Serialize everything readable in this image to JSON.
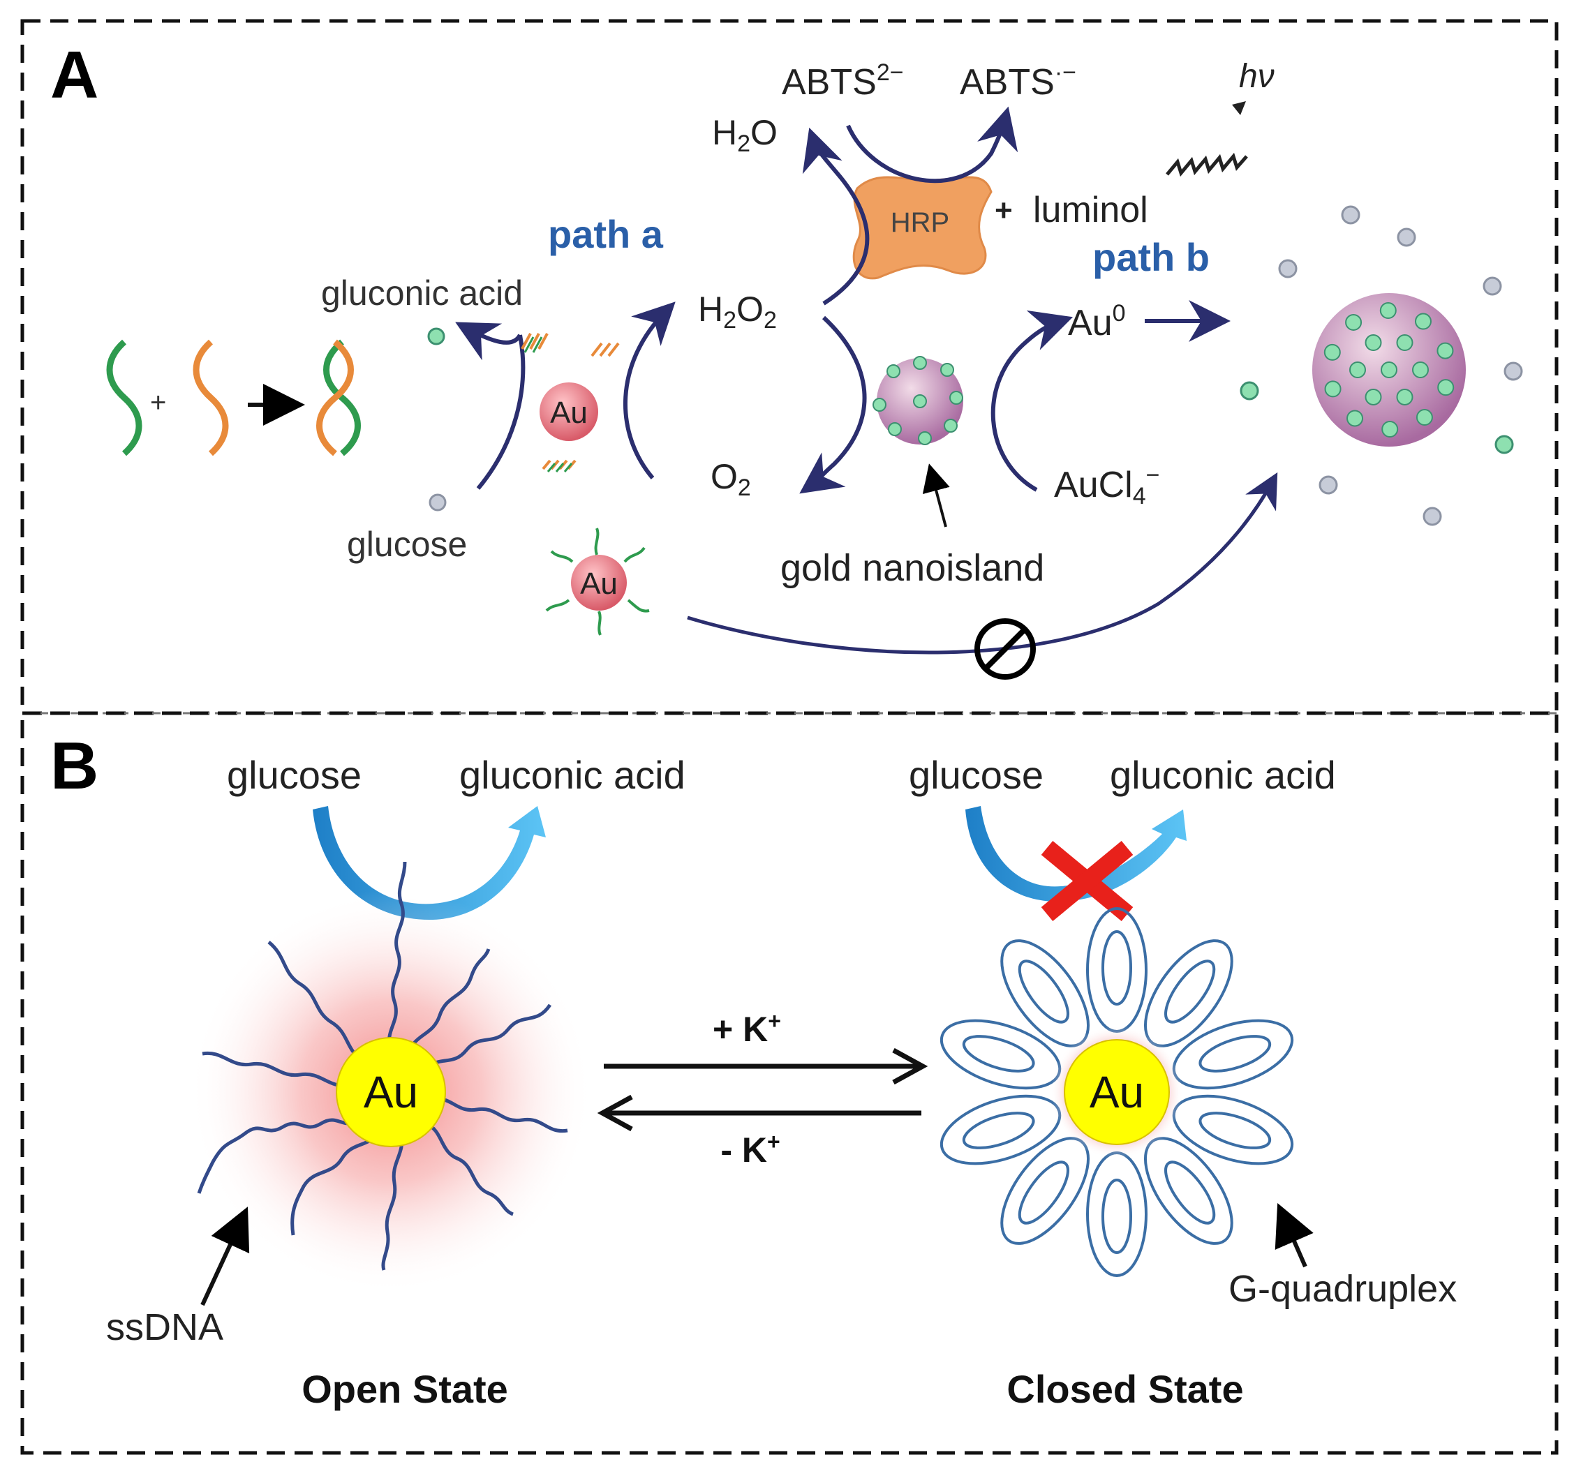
{
  "panel_a": {
    "letter": "A",
    "path_a": "path a",
    "path_b": "path b",
    "gluconic_acid": "gluconic acid",
    "glucose": "glucose",
    "au": "Au",
    "au_blocked": "Au",
    "h2o": {
      "base": "H",
      "sub": "2",
      "tail": "O"
    },
    "h2o2": {
      "base": "H",
      "sub1": "2",
      "mid": "O",
      "sub2": "2"
    },
    "o2": {
      "base": "O",
      "sub": "2"
    },
    "abts1": {
      "base": "ABTS",
      "sup": "2−"
    },
    "abts2": {
      "base": "ABTS",
      "sup": "·−"
    },
    "hv": "hν",
    "hrp": "HRP",
    "plus_luminol": "+",
    "luminol": "luminol",
    "au0": {
      "base": "Au",
      "sup": "0"
    },
    "aucl4": {
      "base": "AuCl",
      "sub": "4",
      "sup": "−"
    },
    "gold_nanoisland": "gold nanoisland",
    "plus_dna": "+"
  },
  "panel_b": {
    "letter": "B",
    "left_glucose": "glucose",
    "left_gluconic": "gluconic acid",
    "right_glucose": "glucose",
    "right_gluconic": "gluconic acid",
    "au_open": "Au",
    "au_closed": "Au",
    "plus_k": {
      "base": "+ K",
      "sup": "+"
    },
    "minus_k": {
      "base": "- K",
      "sup": "+"
    },
    "ssdna": "ssDNA",
    "g_quadruplex": "G-quadruplex",
    "open_state": "Open State",
    "closed_state": "Closed State"
  },
  "colors": {
    "navy_arrow": "#2b2e6e",
    "path_label": "#2a5fa8",
    "au_pink": "#e8707c",
    "au_yellow": "#ffff00",
    "hrp_orange": "#f0a060",
    "dna_green": "#2e9b4e",
    "dna_orange": "#e88a3a",
    "blue_arrow": "#2d9be0",
    "red_cross": "#e8211b",
    "quadruplex_blue": "#3b6ea5"
  }
}
